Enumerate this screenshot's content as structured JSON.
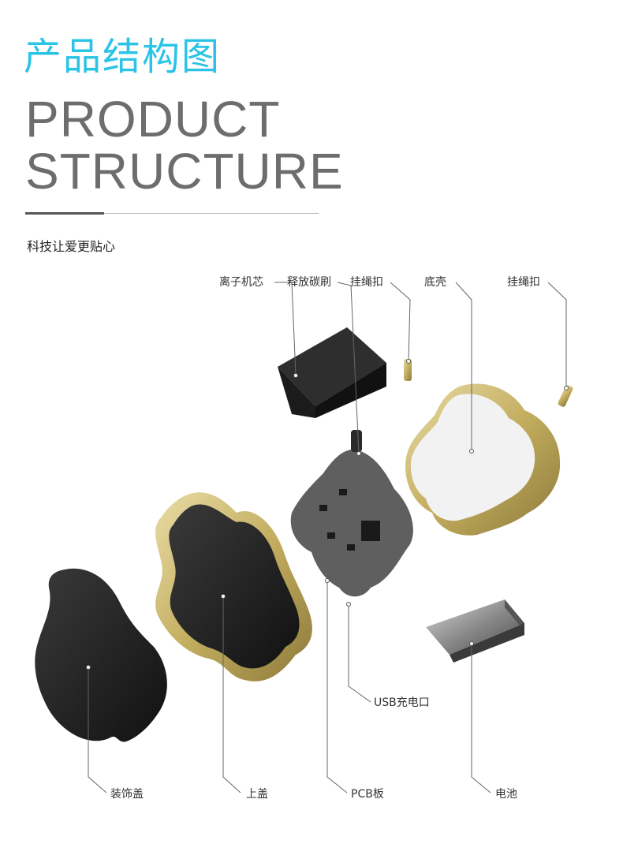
{
  "heading": {
    "title_cn": "产品结构图",
    "title_en_line1": "PRODUCT",
    "title_en_line2": "STRUCTURE",
    "tagline": "科技让爱更贴心"
  },
  "labels": {
    "ion_core": "离子机芯",
    "release_brush": "释放碳刷",
    "lanyard_buckle_1": "挂绳扣",
    "bottom_shell": "底壳",
    "lanyard_buckle_2": "挂绳扣",
    "usb_port": "USB充电口",
    "decor_cover": "装饰盖",
    "top_cover": "上盖",
    "pcb": "PCB板",
    "battery": "电池"
  },
  "colors": {
    "accent": "#2bc4e6",
    "gold": "#c9b46a",
    "dark_part": "#1f1f1f",
    "pcb": "#5f5f5f"
  }
}
